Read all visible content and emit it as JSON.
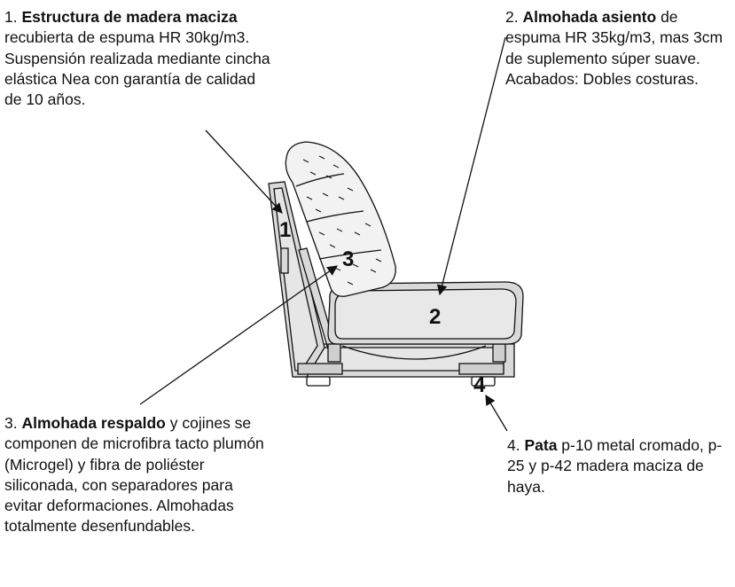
{
  "callouts": [
    {
      "number": "1",
      "prefix": "1. ",
      "bold": "Estructura de madera maciza",
      "rest": " recubierta de espuma HR 30kg/m3. Suspensión realizada mediante cincha elástica Nea con garantía de calidad de 10 años."
    },
    {
      "number": "2",
      "prefix": "2. ",
      "bold": "Almohada asiento",
      "rest": " de espuma HR 35kg/m3, mas 3cm de suplemento súper suave. Acabados: Dobles costuras."
    },
    {
      "number": "3",
      "prefix": "3. ",
      "bold": "Almohada respaldo",
      "rest": " y cojines se componen de microfibra tacto plumón (Microgel) y fibra de poliéster siliconada, con separadores para evitar deformaciones. Almohadas totalmente desenfundables."
    },
    {
      "number": "4",
      "prefix": "4. ",
      "bold": "Pata",
      "rest": " p-10 metal cromado, p-25 y p-42 madera maciza de haya."
    }
  ],
  "colors": {
    "frame_fill": "#d9d9d9",
    "cushion_fill": "#f2f2f2",
    "line": "#111111"
  }
}
